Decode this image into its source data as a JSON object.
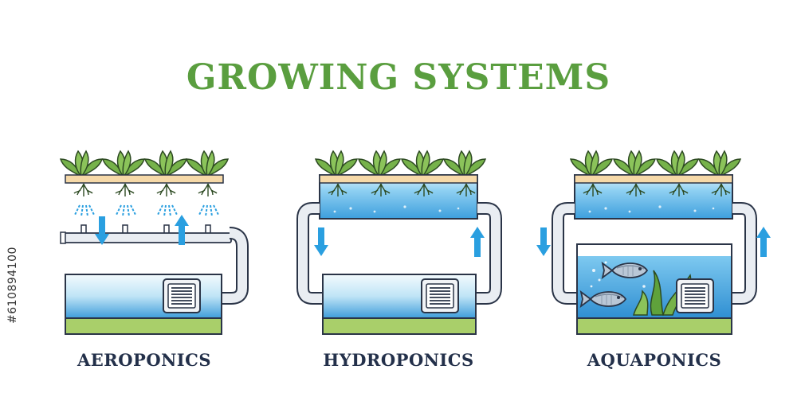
{
  "title": "GROWING SYSTEMS",
  "systems": [
    {
      "label": "AEROPONICS"
    },
    {
      "label": "HYDROPONICS"
    },
    {
      "label": "AQUAPONICS"
    }
  ],
  "side_text": "#610894100",
  "colors": {
    "title": "#5a9e3f",
    "label": "#23304a",
    "water": "#5bb2e6",
    "water_light": "#dff2fb",
    "leaf": "#76b24a",
    "ground": "#a9cf6a",
    "arrow": "#2a9fe0",
    "pipe": "#e9edf2"
  },
  "icons": [
    "plant-icon",
    "arrow-down-icon",
    "arrow-up-icon",
    "pump-icon",
    "fish-icon",
    "seaweed-icon"
  ]
}
